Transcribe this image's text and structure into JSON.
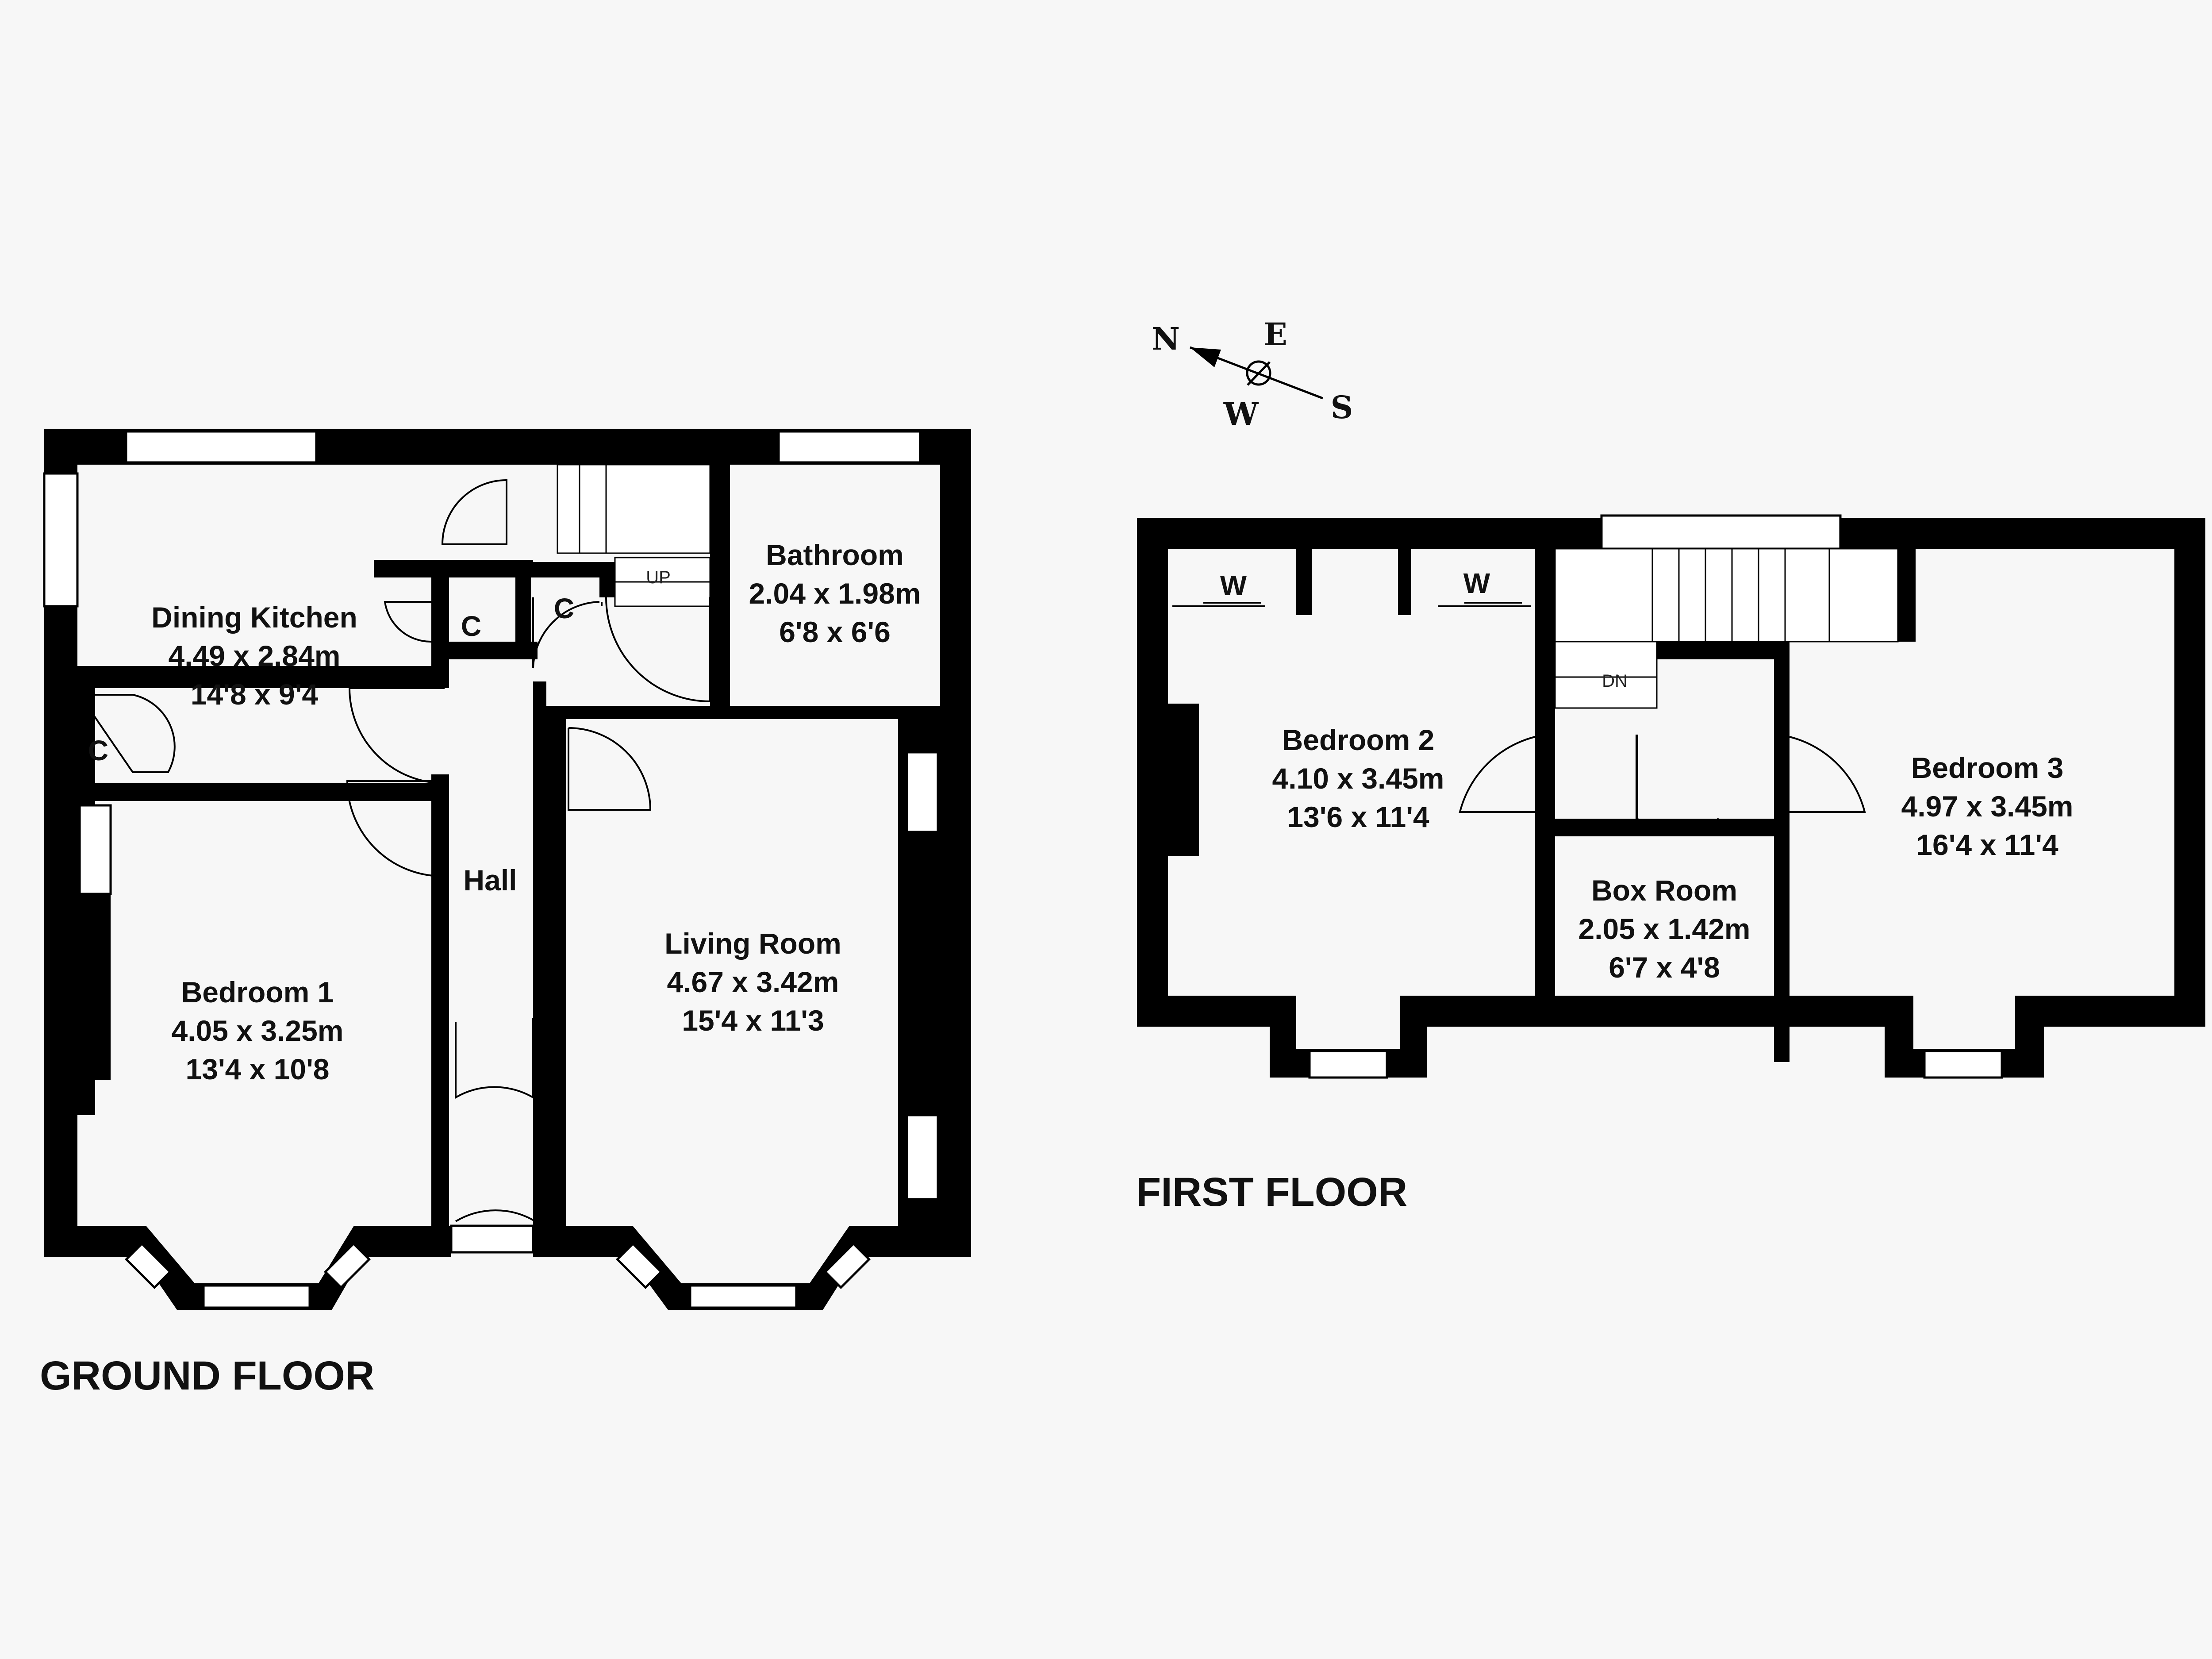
{
  "ground_floor": {
    "title": "GROUND FLOOR",
    "rooms": [
      {
        "id": "dining-kitchen",
        "name": "Dining Kitchen",
        "metric": "4.49 x 2.84m",
        "imperial": "14'8 x 9'4"
      },
      {
        "id": "bathroom",
        "name": "Bathroom",
        "metric": "2.04 x 1.98m",
        "imperial": "6'8 x 6'6"
      },
      {
        "id": "bedroom-1",
        "name": "Bedroom 1",
        "metric": "4.05 x 3.25m",
        "imperial": "13'4 x 10'8"
      },
      {
        "id": "living-room",
        "name": "Living Room",
        "metric": "4.67 x 3.42m",
        "imperial": "15'4 x 11'3"
      },
      {
        "id": "hall",
        "name": "Hall"
      }
    ],
    "cupboard_label": "C",
    "stair_label": "UP"
  },
  "first_floor": {
    "title": "FIRST FLOOR",
    "rooms": [
      {
        "id": "bedroom-2",
        "name": "Bedroom 2",
        "metric": "4.10 x 3.45m",
        "imperial": "13'6 x 11'4"
      },
      {
        "id": "bedroom-3",
        "name": "Bedroom 3",
        "metric": "4.97 x 3.45m",
        "imperial": "16'4 x 11'4"
      },
      {
        "id": "box-room",
        "name": "Box Room",
        "metric": "2.05 x 1.42m",
        "imperial": "6'7 x 4'8"
      }
    ],
    "wardrobe_label": "W",
    "stair_label": "DN"
  },
  "compass": {
    "n": "N",
    "e": "E",
    "s": "S",
    "w": "W"
  }
}
